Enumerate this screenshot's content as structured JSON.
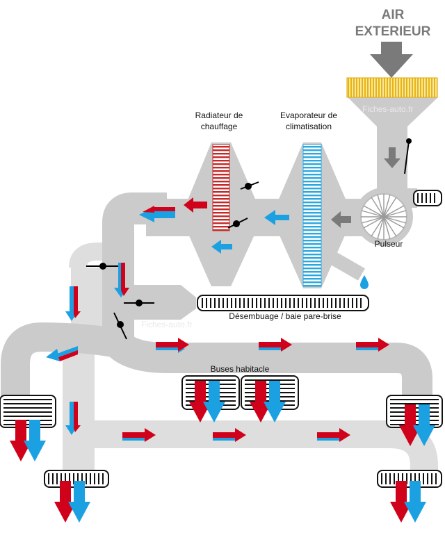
{
  "title_line1": "AIR",
  "title_line2": "EXTERIEUR",
  "labels": {
    "radiateur_line1": "Radiateur de",
    "radiateur_line2": "chauffage",
    "evaporateur_line1": "Evaporateur de",
    "evaporateur_line2": "climatisation",
    "pulseur": "Pulseur",
    "desembuage": "Désembuage / baie pare-brise",
    "buses": "Buses habitacle"
  },
  "watermark": "Fiches-auto.fr",
  "colors": {
    "duct": "#cbcbcb",
    "duct_light": "#dedede",
    "hot": "#d0021b",
    "cold": "#1ba1e2",
    "intake_arrow": "#7a7a7a",
    "filter": "#f5c518",
    "radiator": "#c62828",
    "evaporator": "#29a8e0",
    "vent": "#1a1a1a",
    "flap": "#000000"
  }
}
